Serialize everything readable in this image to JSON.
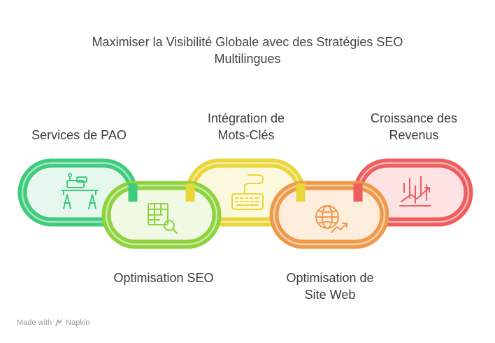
{
  "title": {
    "line1": "Maximiser la Visibilité Globale avec des Stratégies SEO",
    "line2": "Multilingues"
  },
  "steps": [
    {
      "line1": "Services de PAO",
      "line2": "",
      "icon": "desk-publishing-icon",
      "color": "#3ecb7c",
      "fill": "#e6f8ee"
    },
    {
      "line1": "Optimisation SEO",
      "line2": "",
      "icon": "table-search-icon",
      "color": "#8ed23e",
      "fill": "#f0f9e3"
    },
    {
      "line1": "Intégration de",
      "line2": "Mots-Clés",
      "icon": "keyboard-icon",
      "color": "#e9d638",
      "fill": "#fcf8dd"
    },
    {
      "line1": "Optimisation de",
      "line2": "Site Web",
      "icon": "globe-growth-icon",
      "color": "#ef9a4a",
      "fill": "#fdeddc"
    },
    {
      "line1": "Croissance des",
      "line2": "Revenus",
      "icon": "revenue-chart-icon",
      "color": "#ee5e5e",
      "fill": "#fde3e3"
    }
  ],
  "watermark": {
    "prefix": "Made with",
    "brand": "Napkin"
  }
}
